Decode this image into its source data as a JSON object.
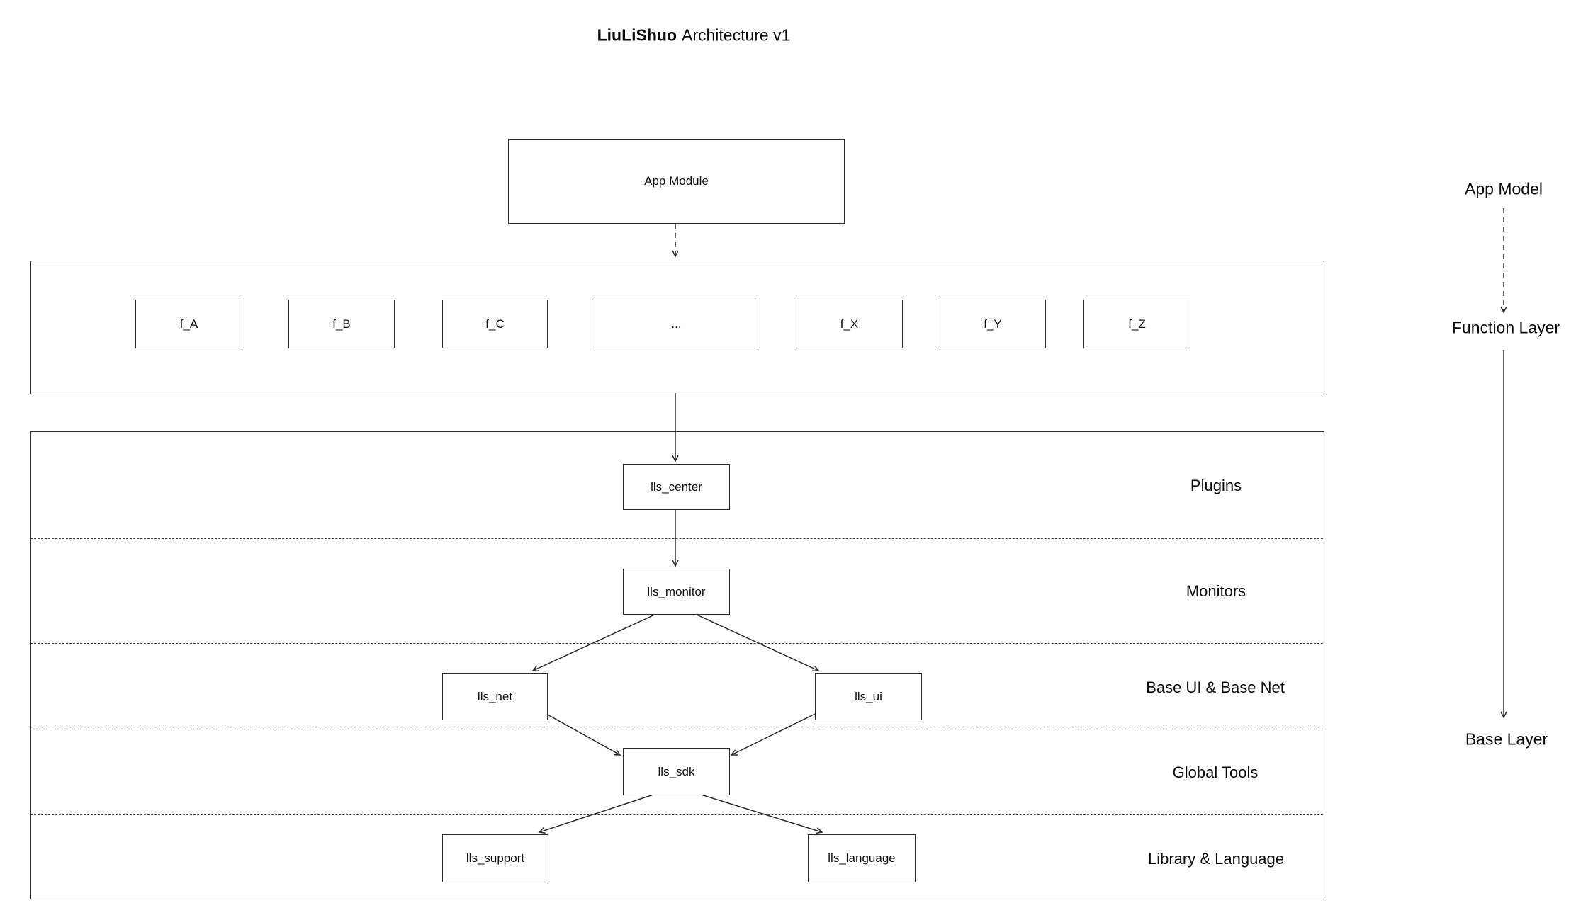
{
  "title": {
    "primary": "LiuLiShuo",
    "secondary": "Architecture v1"
  },
  "app_module": {
    "label": "App Module"
  },
  "function_layer": {
    "boxes": [
      "f_A",
      "f_B",
      "f_C",
      "...",
      "f_X",
      "f_Y",
      "f_Z"
    ]
  },
  "base_layer": {
    "rows": [
      "Plugins",
      "Monitors",
      "Base UI & Base Net",
      "Global Tools",
      "Library & Language"
    ],
    "nodes": [
      "lls_center",
      "lls_monitor",
      "lls_net",
      "lls_ui",
      "lls_sdk",
      "lls_support",
      "lls_language"
    ]
  },
  "side": {
    "app_model": "App Model",
    "function_layer": "Function Layer",
    "base_layer": "Base Layer"
  },
  "colors": {
    "background": "#ffffff",
    "stroke": "#2a2a2a",
    "text": "#111111"
  }
}
